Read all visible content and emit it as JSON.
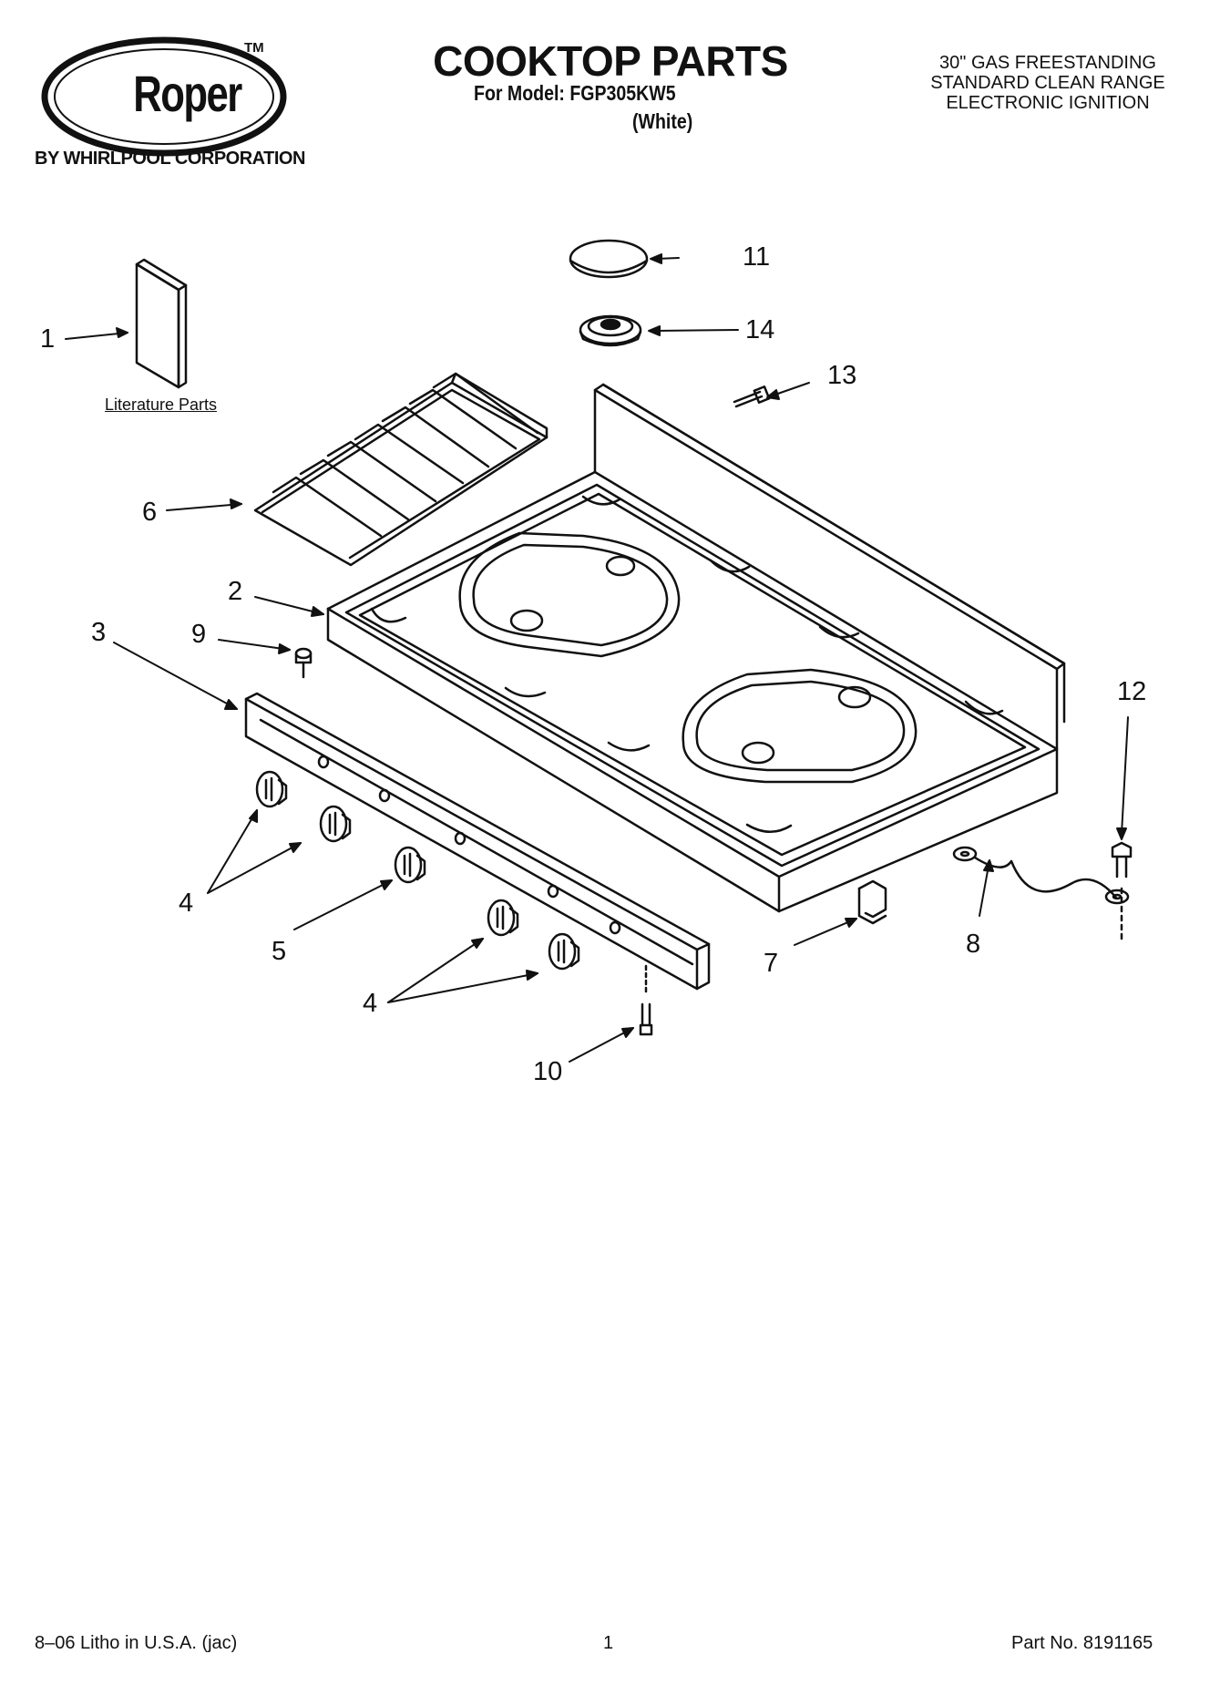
{
  "brand": {
    "logo_text": "Roper",
    "trademark": "TM",
    "byline": "BY WHIRLPOOL CORPORATION"
  },
  "header": {
    "title": "COOKTOP PARTS",
    "model": "For Model: FGP305KW5",
    "color": "(White)",
    "description": [
      "30\" GAS FREESTANDING",
      "STANDARD CLEAN RANGE",
      "ELECTRONIC IGNITION"
    ]
  },
  "diagram": {
    "literature_label": "Literature Parts",
    "callouts": {
      "c1": "1",
      "c2": "2",
      "c3": "3",
      "c4a": "4",
      "c4b": "4",
      "c5": "5",
      "c6": "6",
      "c7": "7",
      "c8": "8",
      "c9": "9",
      "c10": "10",
      "c11": "11",
      "c12": "12",
      "c13": "13",
      "c14": "14"
    }
  },
  "footer": {
    "litho": "8–06 Litho in U.S.A. (jac)",
    "page": "1",
    "part_no": "Part No. 8191165"
  }
}
